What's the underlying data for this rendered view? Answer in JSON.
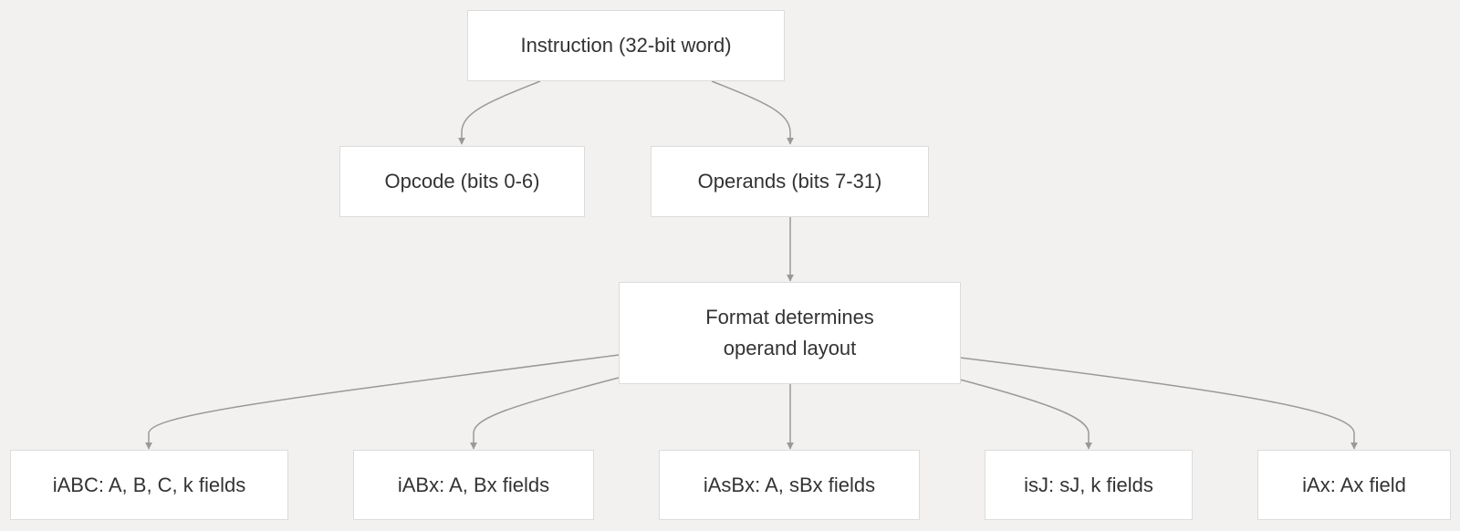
{
  "nodes": {
    "instruction": "Instruction (32-bit word)",
    "opcode": "Opcode (bits 0-6)",
    "operands": "Operands (bits 7-31)",
    "format_line1": "Format determines",
    "format_line2": "operand layout",
    "iabc": "iABC: A, B, C, k fields",
    "iabx": "iABx: A, Bx fields",
    "iasbx": "iAsBx: A, sBx fields",
    "isj": "isJ: sJ, k fields",
    "iax": "iAx: Ax field"
  },
  "colors": {
    "background": "#f2f1f0",
    "node_fill": "#ffffff",
    "node_border": "#dcdcdc",
    "edge": "#999999",
    "text": "#333333"
  }
}
